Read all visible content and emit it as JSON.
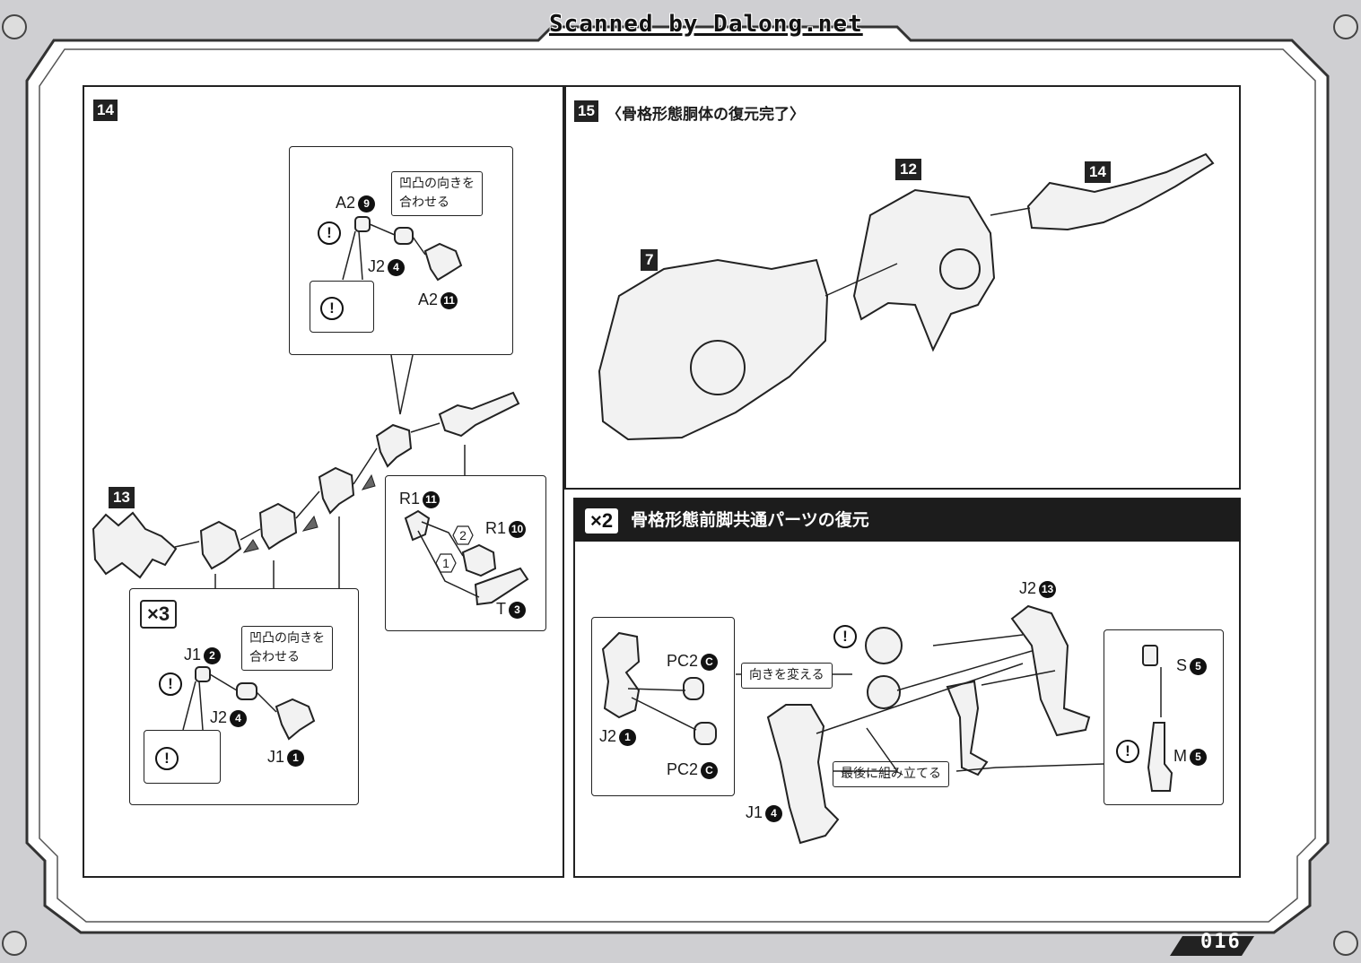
{
  "watermark": "Scanned by Dalong.net",
  "page_number": "016",
  "step14": {
    "badge": "14",
    "note_1": "凹凸の向きを\n合わせる",
    "note_2": "凹凸の向きを\n合わせる",
    "repeat": "×3",
    "labels": {
      "a2_9": "A2",
      "a2_9_num": "9",
      "j2_4_top": "J2",
      "j2_4_top_num": "4",
      "a2_11": "A2",
      "a2_11_num": "11",
      "r1_11": "R1",
      "r1_11_num": "11",
      "r1_10": "R1",
      "r1_10_num": "10",
      "t_3": "T",
      "t_3_num": "3",
      "j1_2": "J1",
      "j1_2_num": "2",
      "j2_4_bottom": "J2",
      "j2_4_bottom_num": "4",
      "j1_1": "J1",
      "j1_1_num": "1",
      "ref_13": "13",
      "order_1": "1",
      "order_2": "2"
    }
  },
  "step15": {
    "badge": "15",
    "title": "〈骨格形態胴体の復元完了〉",
    "refs": {
      "ref_7": "7",
      "ref_12": "12",
      "ref_14": "14"
    }
  },
  "front_leg": {
    "repeat": "×2",
    "title": "骨格形態前脚共通パーツの復元",
    "note_turn": "向きを変える",
    "note_last": "最後に組み立てる",
    "labels": {
      "pc2_top": "PC2",
      "pc2_top_num": "C",
      "pc2_bottom": "PC2",
      "pc2_bottom_num": "C",
      "j2_1": "J2",
      "j2_1_num": "1",
      "j2_13": "J2",
      "j2_13_num": "13",
      "j1_4": "J1",
      "j1_4_num": "4",
      "s_5": "S",
      "s_5_num": "5",
      "m_5": "M",
      "m_5_num": "5"
    }
  },
  "caution_symbol": "!"
}
